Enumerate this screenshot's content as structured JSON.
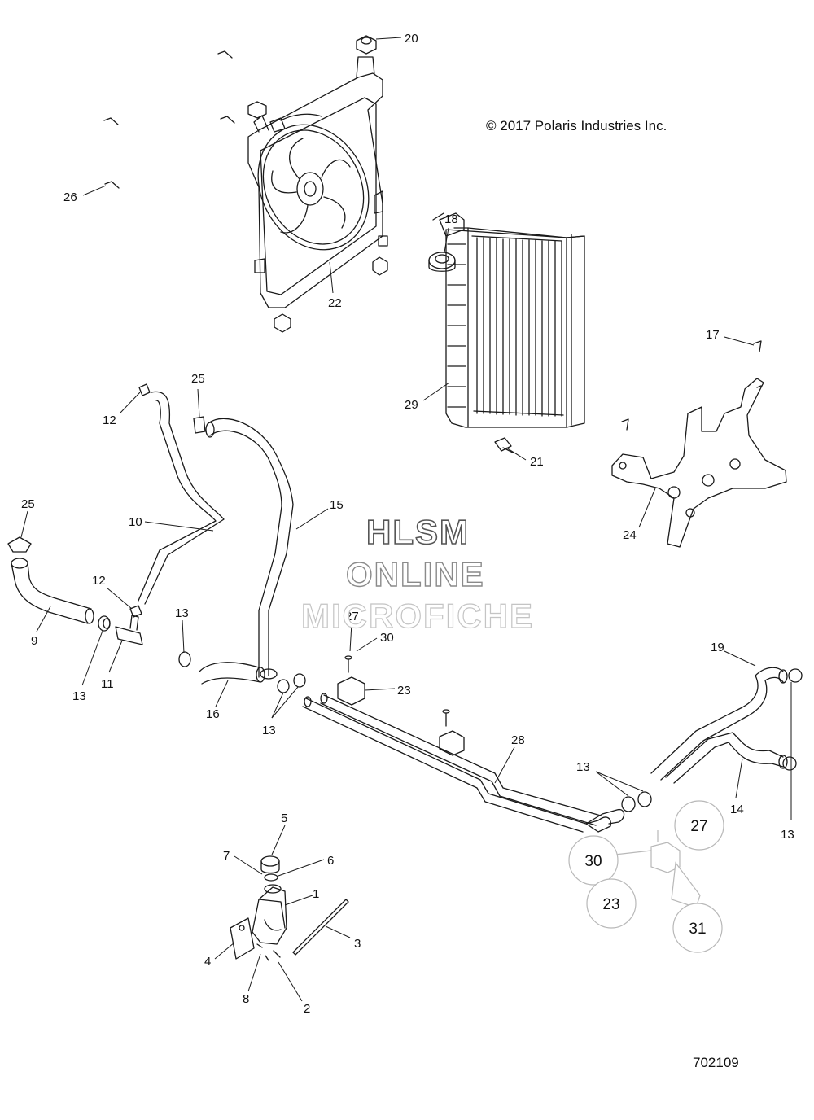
{
  "copyright": "© 2017 Polaris Industries Inc.",
  "document_number": "702109",
  "watermark": [
    "HLSM",
    "ONLINE",
    "MICROFICHE"
  ],
  "callouts": {
    "c20": "20",
    "c26": "26",
    "c22": "22",
    "c18": "18",
    "c29": "29",
    "c21": "21",
    "c17": "17",
    "c24": "24",
    "c25a": "25",
    "c12a": "12",
    "c10": "10",
    "c15": "15",
    "c25b": "25",
    "c9": "9",
    "c12b": "12",
    "c13a": "13",
    "c11": "11",
    "c13b": "13",
    "c16": "16",
    "c13c": "13",
    "c27": "27",
    "c30": "30",
    "c23": "23",
    "c28": "28",
    "c19": "19",
    "c13d": "13",
    "c14": "14",
    "c13e": "13",
    "c5": "5",
    "c7": "7",
    "c6": "6",
    "c1": "1",
    "c3": "3",
    "c4": "4",
    "c8": "8",
    "c2": "2"
  },
  "reference_circles": {
    "r27": "27",
    "r30": "30",
    "r23": "23",
    "r31": "31"
  }
}
